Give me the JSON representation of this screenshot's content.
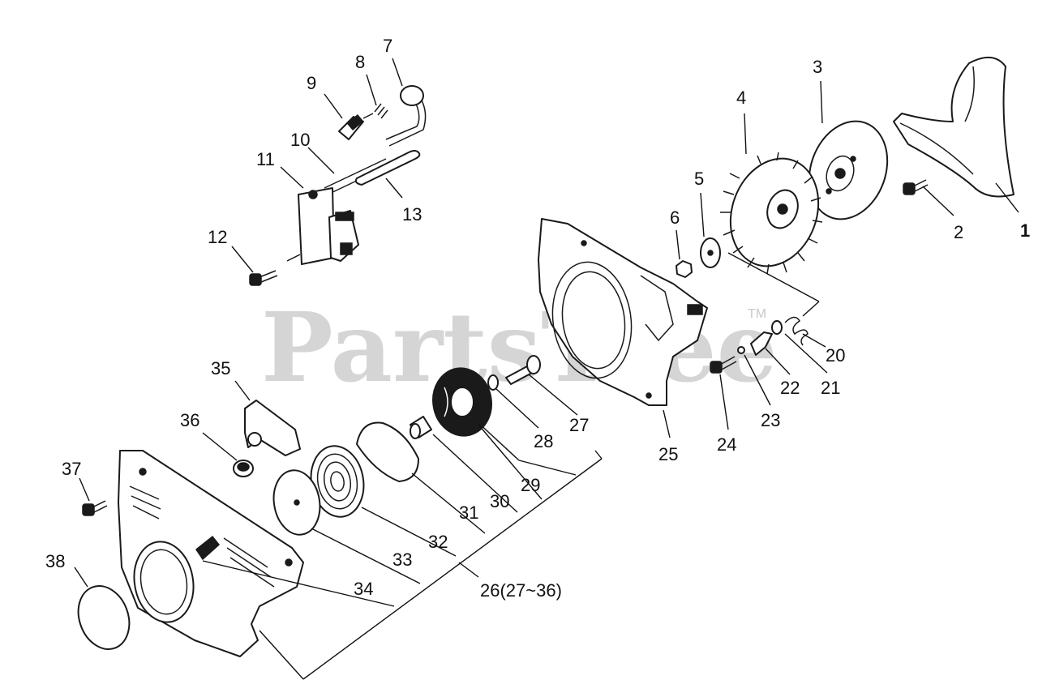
{
  "watermark": {
    "text": "PartsTree",
    "mark": "TM"
  },
  "callouts": {
    "c1": "1",
    "c2": "2",
    "c3": "3",
    "c4": "4",
    "c5": "5",
    "c6": "6",
    "c7": "7",
    "c8": "8",
    "c9": "9",
    "c10": "10",
    "c11": "11",
    "c12": "12",
    "c13": "13",
    "c20": "20",
    "c21": "21",
    "c22": "22",
    "c23": "23",
    "c24": "24",
    "c25": "25",
    "c26": "26(27~36)",
    "c27": "27",
    "c28": "28",
    "c29": "29",
    "c30": "30",
    "c31": "31",
    "c32": "32",
    "c33": "33",
    "c34": "34",
    "c35": "35",
    "c36": "36",
    "c37": "37",
    "c38": "38"
  },
  "icons": {
    "p1": "cover-shroud-icon",
    "p3": "clutch-drum-icon",
    "p4": "flywheel-icon",
    "p11": "ignition-coil-icon",
    "p25": "fan-housing-icon",
    "p30": "recoil-pulley-icon",
    "p33": "recoil-spring-icon",
    "p35": "starter-handle-icon",
    "p36": "grommet-icon",
    "p38": "cover-plate-icon",
    "p26": "starter-cover-icon"
  }
}
